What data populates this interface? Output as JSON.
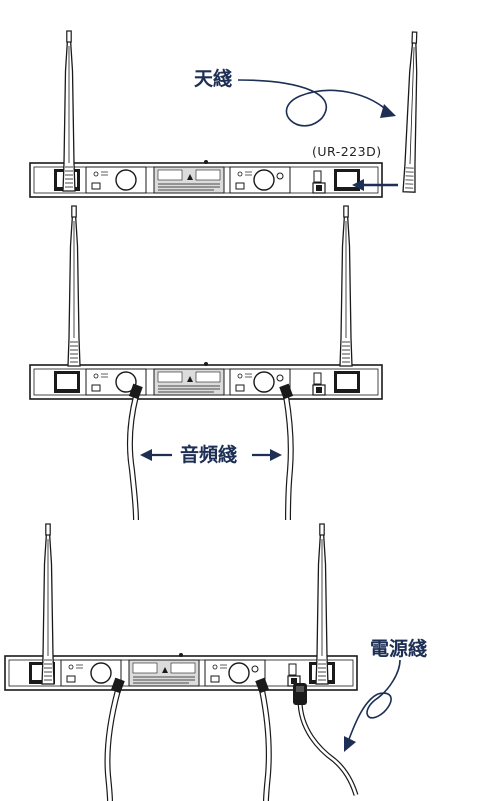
{
  "labels": {
    "antenna": "天綫",
    "model": "(UR-223D)",
    "audio_cable": "音頻綫",
    "power_cable": "電源綫"
  },
  "colors": {
    "ink": "#1a1a1a",
    "label": "#1d2f55",
    "arrow": "#1d2f55",
    "panel_fill": "#ffffff",
    "plate_fill": "#dcdcdc"
  },
  "steps": [
    {
      "name": "connect-antennas"
    },
    {
      "name": "connect-audio-cables"
    },
    {
      "name": "connect-power-cable"
    }
  ]
}
